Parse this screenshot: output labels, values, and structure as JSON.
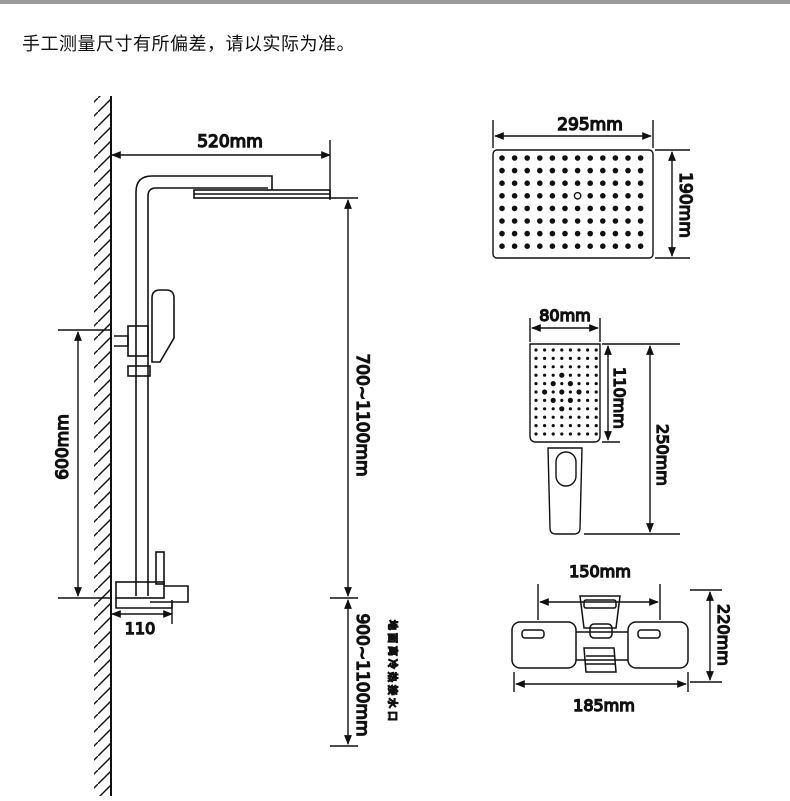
{
  "note": "手工测量尺寸有所偏差，请以实际为准。",
  "dims": {
    "arm_length": "520mm",
    "upper_height": "700~1100mm",
    "lower_height": "900~1100mm",
    "mount_height": "600mm",
    "spout": "110",
    "head_width": "295mm",
    "head_depth": "190mm",
    "hand_width": "80mm",
    "hand_head": "110mm",
    "hand_total": "250mm",
    "valve_spacing": "150mm",
    "valve_width": "185mm",
    "valve_height": "220mm"
  },
  "floor_label": "地面离冷热接水口"
}
